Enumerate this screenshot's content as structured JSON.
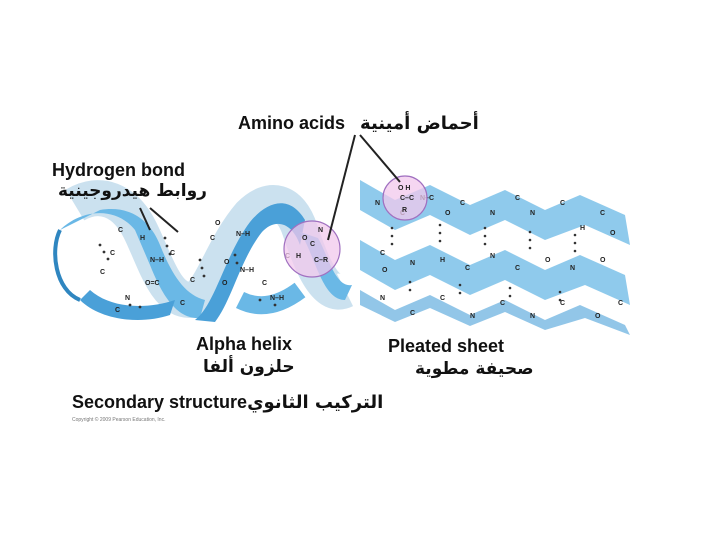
{
  "labels": {
    "amino_acids_en": "Amino acids",
    "amino_acids_ar": "أحماض أمينية",
    "hydrogen_bond_en": "Hydrogen bond",
    "hydrogen_bond_ar": "روابط هيدروجينية",
    "alpha_helix_en": "Alpha helix",
    "alpha_helix_ar": "حلزون ألفا",
    "pleated_sheet_en": "Pleated sheet",
    "pleated_sheet_ar": "صحيفة مطوية",
    "secondary_structure_en": "Secondary structure",
    "secondary_structure_ar": "التركيب الثانوي",
    "copyright": "Copyright © 2009 Pearson Education, Inc."
  },
  "colors": {
    "ribbon": "#5fb0e0",
    "ribbon_dark": "#2f86c0",
    "highlight": "#f2c8ec",
    "highlight_stroke": "#a070c0",
    "line": "#222222"
  }
}
